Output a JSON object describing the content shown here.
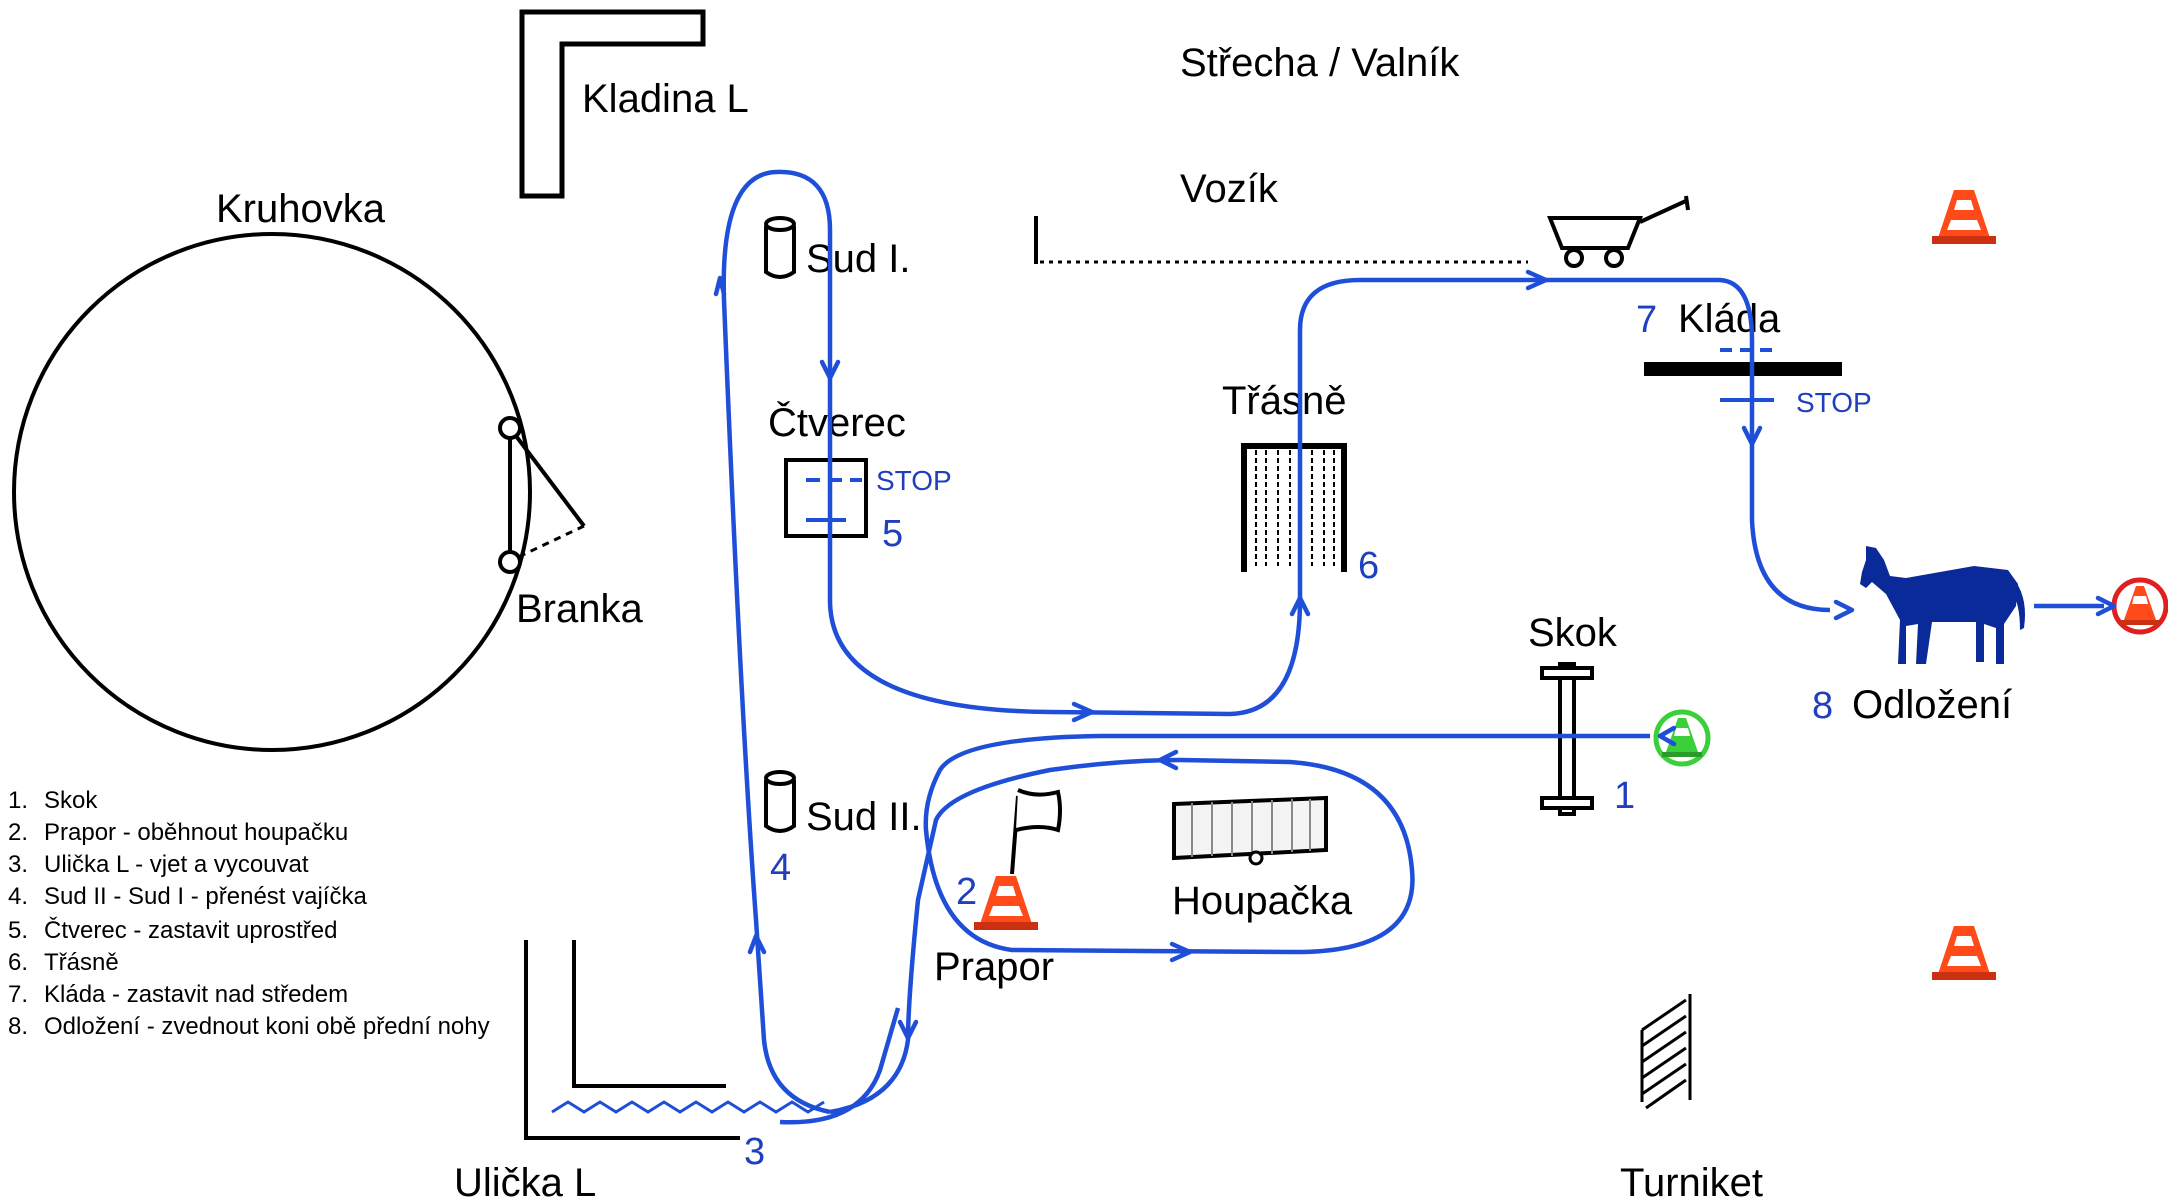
{
  "labels": {
    "kladina": "Kladina L",
    "strecha": "Střecha / Valník",
    "vozik": "Vozík",
    "kruhovka": "Kruhovka",
    "branka": "Branka",
    "sud1": "Sud I.",
    "sud2": "Sud II.",
    "ctverec": "Čtverec",
    "trasne": "Třásně",
    "klada": "Kláda",
    "skok": "Skok",
    "odlozeni": "Odložení",
    "houpacka": "Houpačka",
    "prapor": "Prapor",
    "ulicka": "Ulička L",
    "turniket": "Turniket"
  },
  "stop_text": "STOP",
  "numbers": {
    "n1": "1",
    "n2": "2",
    "n3": "3",
    "n4": "4",
    "n5": "5",
    "n6": "6",
    "n7": "7",
    "n8": "8"
  },
  "legend": [
    {
      "num": "1.",
      "text": "Skok"
    },
    {
      "num": "2.",
      "text": "Prapor - oběhnout houpačku"
    },
    {
      "num": "3.",
      "text": "Ulička L - vjet a vycouvat"
    },
    {
      "num": "4.",
      "text": "Sud II - Sud I - přenést vajíčka"
    },
    {
      "num": "5.",
      "text": "Čtverec - zastavit uprostřed"
    },
    {
      "num": "6.",
      "text": "Třásně"
    },
    {
      "num": "7.",
      "text": "Kláda - zastavit nad středem"
    },
    {
      "num": "8.",
      "text": "Odložení - zvednout koni obě přední nohy"
    }
  ],
  "colors": {
    "route": "#1f4fd8",
    "number": "#1f3fbf",
    "horse": "#0a2a9a",
    "cone": "#ff4a1a",
    "start_circle": "#3ccf3c",
    "finish_circle": "#e02020"
  },
  "icons": {
    "horse": "horse-icon",
    "cone": "traffic-cone-icon",
    "cart": "cart-icon",
    "flag": "flag-icon"
  }
}
